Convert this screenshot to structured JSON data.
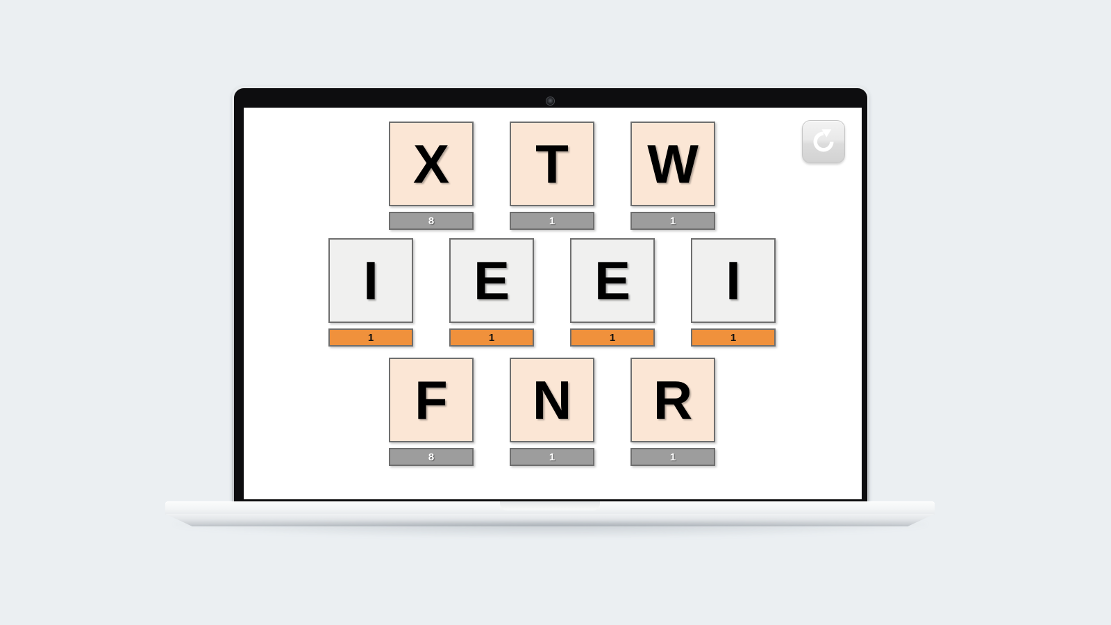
{
  "app": {
    "device": "laptop-mockup",
    "background_color": "#ebeff2",
    "screen_background": "#ffffff"
  },
  "toolbar": {
    "refresh_icon": "refresh-icon",
    "refresh_label": ""
  },
  "colors": {
    "tile_peach": "#fbe6d5",
    "tile_gray": "#f0f0ef",
    "tile_border": "#6e6e6e",
    "badge_gray": "#9d9d9d",
    "badge_orange": "#f0913c",
    "badge_gray_text": "#ffffff",
    "badge_orange_text": "#111111",
    "letter_color": "#000000"
  },
  "board": {
    "rows": [
      {
        "row_name": "top-row",
        "tile_style": "peach",
        "badge_style": "gray",
        "tiles": [
          {
            "letter": "X",
            "value": "8"
          },
          {
            "letter": "T",
            "value": "1"
          },
          {
            "letter": "W",
            "value": "1"
          }
        ]
      },
      {
        "row_name": "middle-row",
        "tile_style": "gray",
        "badge_style": "orange",
        "tiles": [
          {
            "letter": "I",
            "value": "1"
          },
          {
            "letter": "E",
            "value": "1"
          },
          {
            "letter": "E",
            "value": "1"
          },
          {
            "letter": "I",
            "value": "1"
          }
        ]
      },
      {
        "row_name": "bottom-row",
        "tile_style": "peach",
        "badge_style": "gray",
        "tiles": [
          {
            "letter": "F",
            "value": "8"
          },
          {
            "letter": "N",
            "value": "1"
          },
          {
            "letter": "R",
            "value": "1"
          }
        ]
      }
    ]
  }
}
